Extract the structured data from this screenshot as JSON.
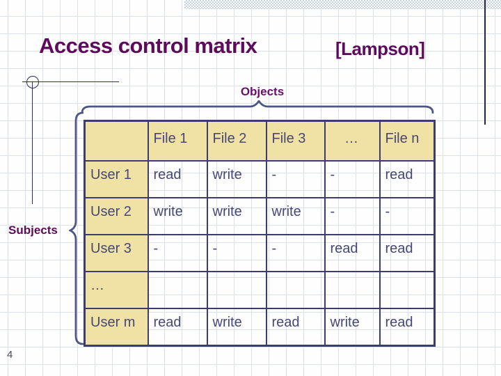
{
  "slide": {
    "title": "Access control matrix",
    "attribution": "[Lampson]",
    "objects_label": "Objects",
    "subjects_label": "Subjects",
    "page_number": "4"
  },
  "table": {
    "columns": [
      "",
      "File 1",
      "File 2",
      "File 3",
      "…",
      "File n"
    ],
    "rows": [
      {
        "label": "User 1",
        "cells": [
          "read",
          "write",
          "-",
          "-",
          "read"
        ]
      },
      {
        "label": "User 2",
        "cells": [
          "write",
          "write",
          "write",
          "-",
          "-"
        ]
      },
      {
        "label": "User 3",
        "cells": [
          "-",
          "-",
          "-",
          "read",
          "read"
        ]
      },
      {
        "label": "…",
        "cells": [
          "",
          "",
          "",
          "",
          ""
        ]
      },
      {
        "label": "User m",
        "cells": [
          "read",
          "write",
          "read",
          "write",
          "read"
        ]
      }
    ]
  },
  "colors": {
    "title_purple": "#5e0b5e",
    "label_purple": "#6b0e6b",
    "table_border": "#3d3d6d",
    "cell_text": "#474775",
    "header_fill": "#efe2a4",
    "brace": "#4d5684",
    "accent_navy": "#23234f",
    "top_bar_blue": "#c3d2e3",
    "grid_line": "#dde2e9"
  }
}
